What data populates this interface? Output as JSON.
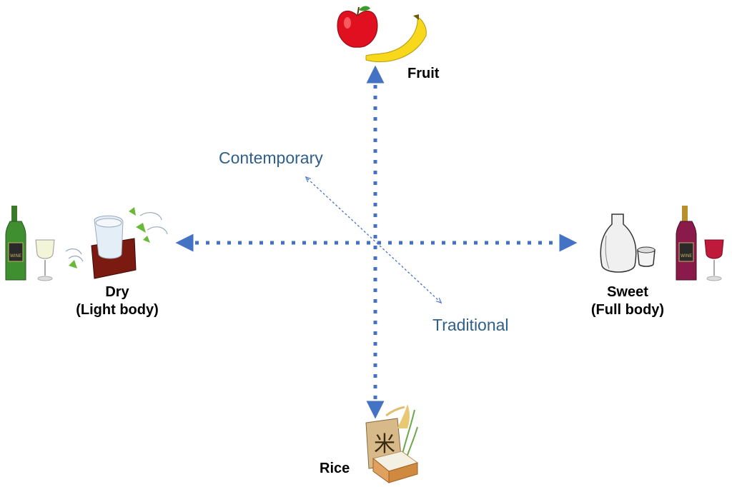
{
  "axes": {
    "top": "Fruit",
    "bottom": "Rice",
    "left_line1": "Dry",
    "left_line2": "(Light body)",
    "right_line1": "Sweet",
    "right_line2": "(Full body)",
    "diag_start": "Contemporary",
    "diag_end": "Traditional"
  },
  "colors": {
    "axis": "#4472c4",
    "diagonal": "#4472c4",
    "secondary_text": "#2f5f8a"
  },
  "icons": {
    "top": [
      "apple-icon",
      "banana-icon"
    ],
    "bottom": [
      "rice-bag-icon",
      "rice-box-icon",
      "rice-plant-icon"
    ],
    "left": [
      "white-wine-bottle-icon",
      "white-wine-glass-icon",
      "sake-masu-cup-icon",
      "leaves-icon"
    ],
    "right": [
      "sake-tokkuri-icon",
      "sake-cup-icon",
      "red-wine-bottle-icon",
      "red-wine-glass-icon"
    ],
    "wine_label": "WINE",
    "rice_char": "米"
  }
}
